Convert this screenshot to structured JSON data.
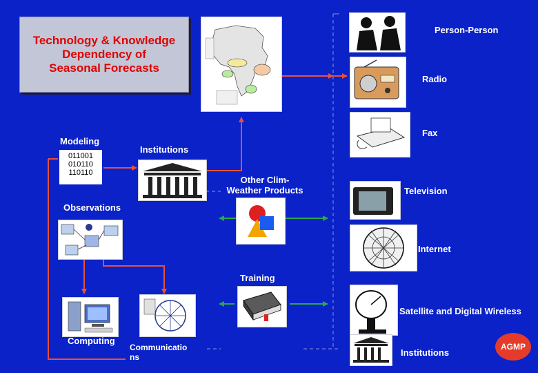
{
  "title": "Technology & Knowledge\nDependency of\nSeasonal Forecasts",
  "inputs": {
    "modeling": "Modeling",
    "binary": [
      "011001",
      "010110",
      "110110"
    ],
    "observations": "Observations",
    "computing": "Computing",
    "communications": "Communicatio ns"
  },
  "center": {
    "institutions": "Institutions",
    "products": "Other Clim-\nWeather Products",
    "training": "Training"
  },
  "channels": [
    "Person-Person",
    "Radio",
    "Fax",
    "Television",
    "Internet",
    "Satellite and Digital Wireless",
    "Institutions"
  ],
  "badge": "AGMP",
  "colors": {
    "background": "#0b22c8",
    "arrow_red": "#e8503a",
    "arrow_green": "#2aa84a",
    "title_text": "#e00000"
  }
}
